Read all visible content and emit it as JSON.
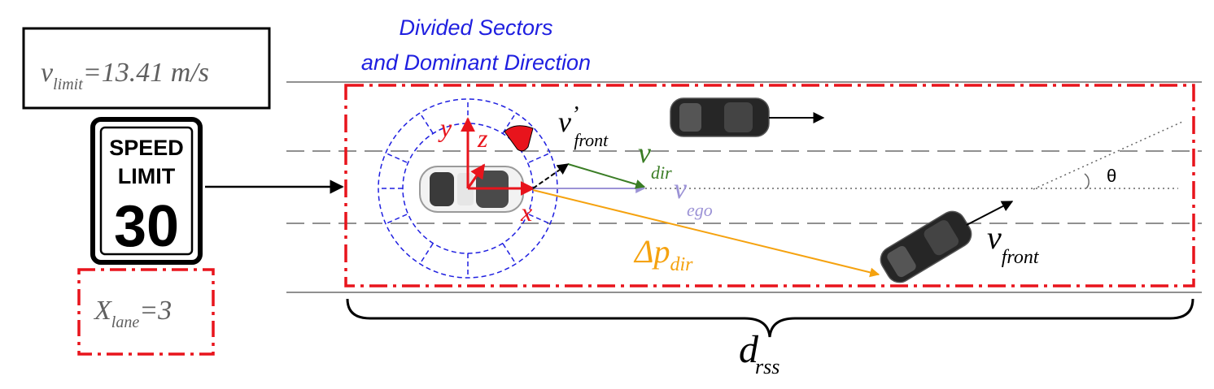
{
  "speed_limit_box": {
    "v": "v",
    "sub": "limit",
    "value": "=13.41 m/s"
  },
  "speed_sign": {
    "line1": "SPEED",
    "line2": "LIMIT",
    "number": "30"
  },
  "lane_box": {
    "x": "X",
    "sub": "lane",
    "value": "=3"
  },
  "title": {
    "line1": "Divided Sectors",
    "line2": "and Dominant Direction"
  },
  "ego_axes": {
    "x": "x",
    "y": "y",
    "z": "z"
  },
  "labels": {
    "v_front_prime": "v",
    "prime": "’",
    "v_front_prime_sub": "front",
    "v_dir": "v",
    "v_dir_sub": "dir",
    "v_ego": "v",
    "v_ego_sub": "ego",
    "delta_p": "Δp",
    "delta_p_sub": "dir",
    "v_front": "v",
    "v_front_sub": "front",
    "theta": "θ",
    "d_rss": "d",
    "d_rss_sub": "rss"
  },
  "colors": {
    "red": "#e8141c",
    "blue": "#1f1fe0",
    "green": "#3a7d25",
    "lavender": "#9c93d6",
    "orange": "#f5a20f",
    "gray_text": "#606060",
    "lane_line": "#6b6b6b"
  }
}
